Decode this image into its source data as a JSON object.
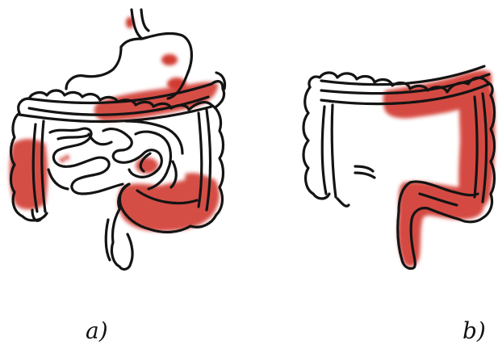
{
  "figure": {
    "panels": [
      {
        "caption": "a)"
      },
      {
        "caption": "b)"
      }
    ],
    "colors": {
      "outline": "#141414",
      "inflammation": "#d13a33",
      "background": "#ffffff"
    },
    "icons": {
      "panel_a": "full-digestive-tract-illustration",
      "panel_b": "large-intestine-illustration"
    }
  }
}
